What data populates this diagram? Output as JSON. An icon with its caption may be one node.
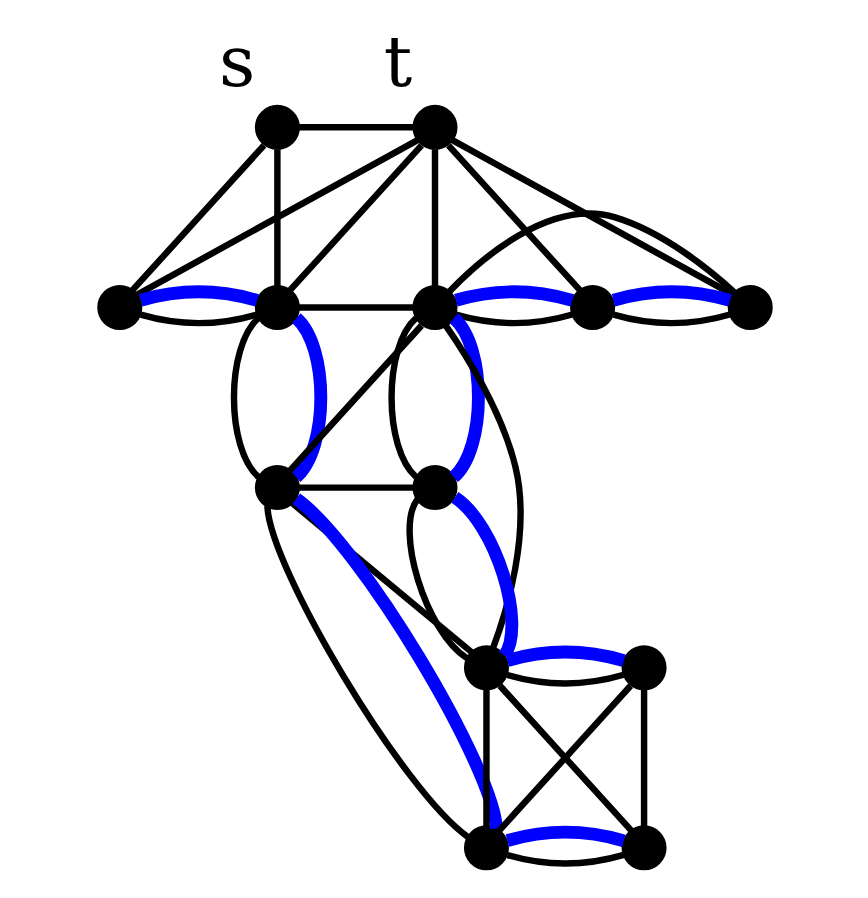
{
  "diagram": {
    "nodes": [
      {
        "text": [],
        "shape": "circle",
        "beside": [
          "s"
        ]
      },
      {
        "text": [],
        "shape": "circle",
        "beside": [
          "t"
        ]
      },
      {
        "text": [],
        "shape": "circle"
      },
      {
        "text": [],
        "shape": "circle"
      },
      {
        "text": [],
        "shape": "circle"
      },
      {
        "text": [],
        "shape": "circle"
      },
      {
        "text": [],
        "shape": "circle"
      },
      {
        "text": [],
        "shape": "circle"
      },
      {
        "text": [],
        "shape": "circle"
      },
      {
        "text": [],
        "shape": "circle"
      },
      {
        "text": [],
        "shape": "circle"
      },
      {
        "text": [],
        "shape": "circle"
      },
      {
        "text": [],
        "shape": "circle"
      }
    ],
    "edges": [
      {
        "from": 0,
        "to": 1,
        "arrow": "none"
      },
      {
        "from": 0,
        "to": 2,
        "arrow": "none"
      },
      {
        "from": 0,
        "to": 3,
        "arrow": "none"
      },
      {
        "from": 1,
        "to": 2,
        "arrow": "none"
      },
      {
        "from": 1,
        "to": 3,
        "arrow": "none"
      },
      {
        "from": 1,
        "to": 4,
        "arrow": "none"
      },
      {
        "from": 1,
        "to": 5,
        "arrow": "none"
      },
      {
        "from": 1,
        "to": 6,
        "arrow": "none"
      },
      {
        "from": 2,
        "to": 3,
        "arrow": "none"
      },
      {
        "from": 3,
        "to": 4,
        "arrow": "none"
      },
      {
        "from": 4,
        "to": 5,
        "arrow": "none"
      },
      {
        "from": 5,
        "to": 6,
        "arrow": "none"
      },
      {
        "from": 4,
        "to": 6,
        "arrow": "none"
      },
      {
        "from": 3,
        "to": 7,
        "arrow": "none"
      },
      {
        "from": 4,
        "to": 7,
        "arrow": "none"
      },
      {
        "from": 7,
        "to": 8,
        "arrow": "none"
      },
      {
        "from": 4,
        "to": 8,
        "arrow": "none"
      },
      {
        "from": 4,
        "to": 9,
        "arrow": "none"
      },
      {
        "from": 8,
        "to": 9,
        "arrow": "none"
      },
      {
        "from": 7,
        "to": 9,
        "arrow": "none"
      },
      {
        "from": 7,
        "to": 11,
        "arrow": "none"
      },
      {
        "from": 9,
        "to": 10,
        "arrow": "none"
      },
      {
        "from": 9,
        "to": 11,
        "arrow": "none"
      },
      {
        "from": 9,
        "to": 12,
        "arrow": "none"
      },
      {
        "from": 10,
        "to": 11,
        "arrow": "none"
      },
      {
        "from": 10,
        "to": 12,
        "arrow": "none"
      },
      {
        "from": 11,
        "to": 12,
        "arrow": "none"
      },
      {
        "from": 2,
        "to": 3,
        "arrow": "none",
        "style": "thick",
        "color": "#0000ff"
      },
      {
        "from": 4,
        "to": 5,
        "arrow": "none",
        "style": "thick",
        "color": "#0000ff"
      },
      {
        "from": 5,
        "to": 6,
        "arrow": "none",
        "style": "thick",
        "color": "#0000ff"
      },
      {
        "from": 3,
        "to": 7,
        "arrow": "none",
        "style": "thick",
        "color": "#0000ff"
      },
      {
        "from": 4,
        "to": 8,
        "arrow": "none",
        "style": "thick",
        "color": "#0000ff"
      },
      {
        "from": 8,
        "to": 9,
        "arrow": "none",
        "style": "thick",
        "color": "#0000ff"
      },
      {
        "from": 7,
        "to": 11,
        "arrow": "none",
        "style": "thick",
        "color": "#0000ff"
      },
      {
        "from": 9,
        "to": 10,
        "arrow": "none",
        "style": "thick",
        "color": "#0000ff"
      },
      {
        "from": 11,
        "to": 12,
        "arrow": "none",
        "style": "thick",
        "color": "#0000ff"
      }
    ]
  }
}
